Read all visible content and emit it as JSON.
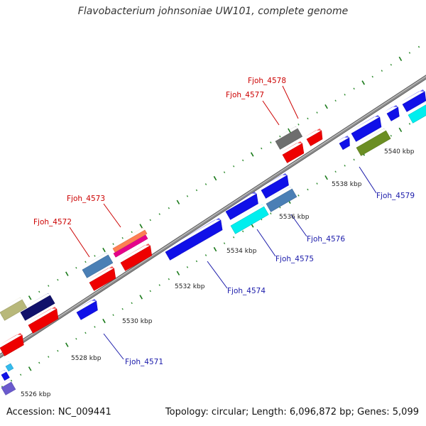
{
  "title": "Flavobacterium johnsoniae UW101, complete genome",
  "footer": {
    "accession": "Accession: NC_009441",
    "summary": "Topology: circular; Length: 6,096,872 bp; Genes: 5,099"
  },
  "colors": {
    "backbone": "#8a8a8a",
    "tick_major": "#1a7a1a",
    "tick_minor": "#2e8b2e",
    "label_top": "#cc0000",
    "label_bottom": "#1a1aaa",
    "blue": "#1010e8",
    "navy": "#10106a",
    "red": "#ee0000",
    "cyan": "#00eeee",
    "olive": "#6b8e23",
    "khaki": "#b8b87a",
    "steelblue": "#4a7fb5",
    "gray": "#6e6e6e",
    "orange": "#ff7f50",
    "magenta": "#e6008a",
    "slateblue": "#6a5acd"
  },
  "scale_labels": [
    "5526 kbp",
    "5528 kbp",
    "5530 kbp",
    "5532 kbp",
    "5534 kbp",
    "5536 kbp",
    "5538 kbp",
    "5540 kbp"
  ],
  "gene_labels": {
    "top": [
      "Fjoh_4572",
      "Fjoh_4573",
      "Fjoh_4577",
      "Fjoh_4578"
    ],
    "bottom": [
      "Fjoh_4571",
      "Fjoh_4574",
      "Fjoh_4575",
      "Fjoh_4576",
      "Fjoh_4579"
    ]
  }
}
